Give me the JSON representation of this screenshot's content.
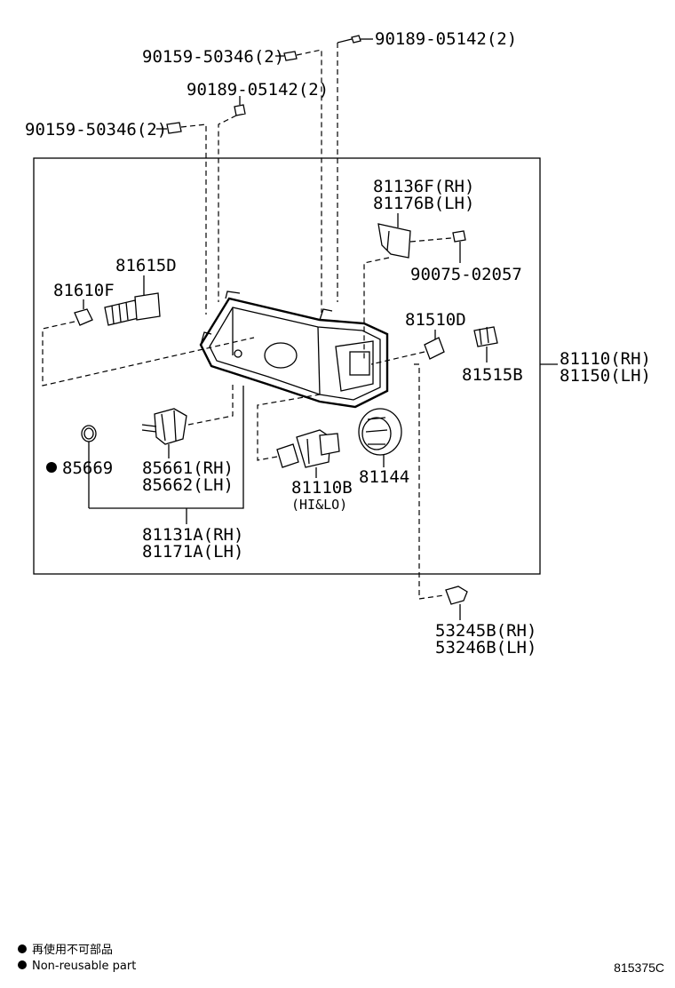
{
  "diagram": {
    "parts": {
      "p90189_top": "90189-05142(2)",
      "p90159_top": "90159-50346(2)",
      "p90189_mid": "90189-05142(2)",
      "p90159_left": "90159-50346(2)",
      "p81136": [
        "81136F(RH)",
        "81176B(LH)"
      ],
      "p90075": "90075-02057",
      "p81615": "81615D",
      "p81610": "81610F",
      "p81510": "81510D",
      "p81515": "81515B",
      "p81110": [
        "81110(RH)",
        "81150(LH)"
      ],
      "p85669": "85669",
      "p85661": [
        "85661(RH)",
        "85662(LH)"
      ],
      "p81110B": "81110B",
      "p81110B_sub": "(HI&LO)",
      "p81144": "81144",
      "p81131": [
        "81131A(RH)",
        "81171A(LH)"
      ],
      "p53245": [
        "53245B(RH)",
        "53246B(LH)"
      ]
    },
    "legend": {
      "jp": "再使用不可部品",
      "en": "Non-reusable part"
    },
    "figure_code": "815375C"
  }
}
